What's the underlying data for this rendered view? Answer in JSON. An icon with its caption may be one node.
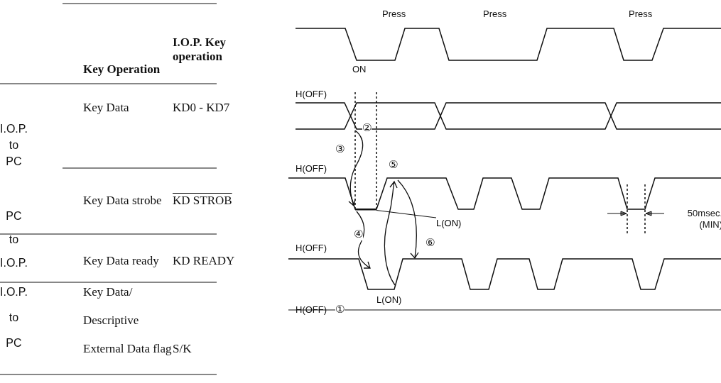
{
  "diagram": {
    "nodes": [
      {
        "text": [
          "L(ON)"
        ]
      },
      {
        "text": [],
        "shape": "bar"
      }
    ],
    "edges": [
      {
        "from": 0,
        "to": 1,
        "arrow": "none"
      }
    ],
    "labels": [
      "Press",
      "Press",
      "Press",
      "Key Operation",
      "I.O.P. Key operation",
      "ON",
      "H(OFF)",
      "②",
      "I.O.P. to PC",
      "Key Data",
      "KD0 - KD7",
      "③",
      "H(OFF)",
      "⑤",
      "Key Data strobe",
      "KD STROB",
      "50msec. (MIN)",
      "④",
      "PC to I.O.P.",
      "H(OFF)",
      "⑥",
      "Key Data ready",
      "KD READY",
      "L(ON)",
      "I.O.P. to PC",
      "Key Data/ Descriptive External Data flag",
      "S/K",
      "H(OFF)",
      "①"
    ]
  }
}
